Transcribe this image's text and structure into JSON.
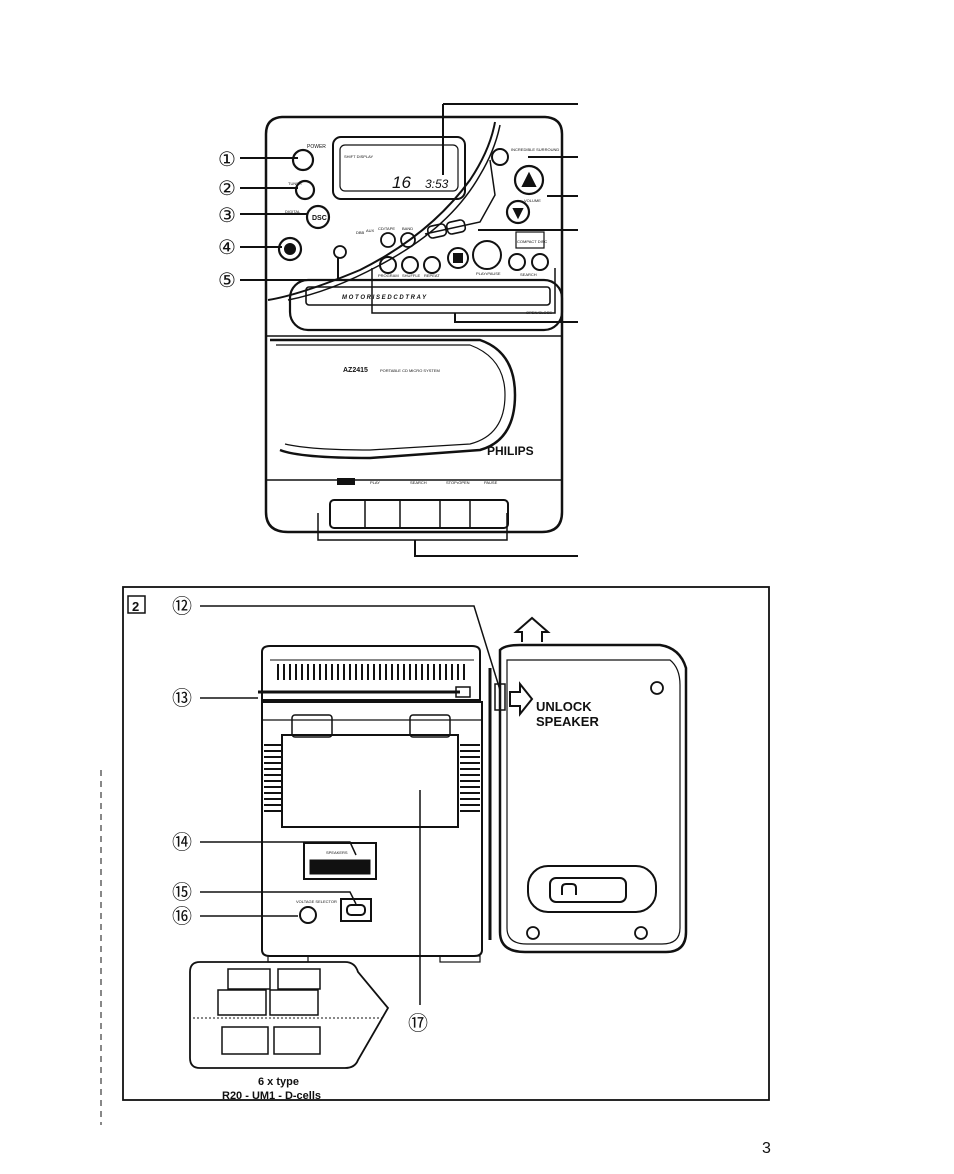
{
  "page_number": "3",
  "figure1": {
    "callouts": [
      "①",
      "②",
      "③",
      "④",
      "⑤"
    ],
    "device": {
      "model": "AZ2415",
      "model_desc": "PORTABLE CD MICRO SYSTEM",
      "brand": "PHILIPS",
      "power_label": "POWER",
      "tuner_label": "TUNER",
      "dsc_label": "DSC",
      "dsc_sub": "DIGITAL",
      "display_mode": "SHIFT DISPLAY",
      "display_track": "16",
      "display_time": "3:53",
      "surround_label": "INCREDIBLE SURROUND",
      "volume_label": "VOLUME",
      "tray_label": "M O T O R I S E D   C D   T R A Y",
      "open_close_label": "OPEN/CLOSE",
      "program_label": "PROGRAM",
      "shuffle_label": "SHUFFLE",
      "repeat_label": "REPEAT",
      "play_pause_label": "PLAY•PAUSE",
      "search_label": "SEARCH",
      "band_label": "BAND",
      "fm_labels": [
        "DBB",
        "AUX",
        "CD/TAPE"
      ],
      "tape_labels": [
        "REC",
        "PLAY",
        "SEARCH",
        "STOP•OPEN",
        "PAUSE"
      ],
      "cd_logo": "COMPACT DISC"
    }
  },
  "figure2": {
    "box_label": "2",
    "callouts": [
      "⑫",
      "⑬",
      "⑭",
      "⑮",
      "⑯",
      "⑰"
    ],
    "unlock_text": "UNLOCK",
    "speaker_text": "SPEAKER",
    "speakers_label": "SPEAKERS",
    "voltage_label": "VOLTAGE SELECTOR",
    "battery_caption_1": "6 x type",
    "battery_caption_2": "R20 - UM1 - D-cells"
  }
}
